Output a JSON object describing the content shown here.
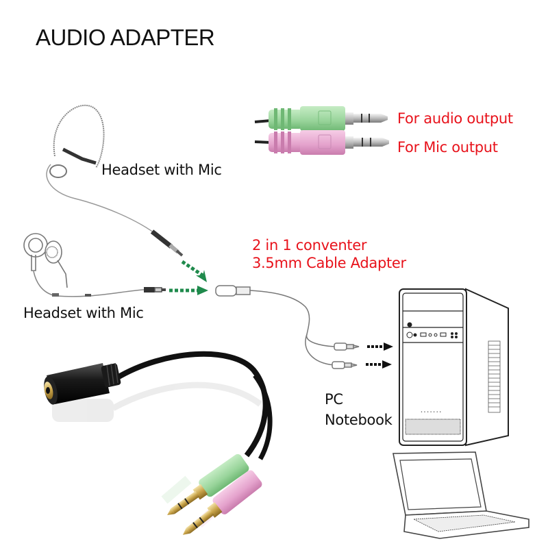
{
  "title": "AUDIO ADAPTER",
  "plug_legend": {
    "green_plug_label": "For audio output",
    "pink_plug_label": "For Mic output"
  },
  "converter": {
    "line1": "2 in 1 conventer",
    "line2": "3.5mm Cable Adapter"
  },
  "headsets": [
    {
      "label": "Headset with Mic",
      "type": "over-ear headset with boom mic"
    },
    {
      "label": "Headset with Mic",
      "type": "earbuds with inline mic"
    }
  ],
  "targets": {
    "line1": "PC",
    "line2": "Notebook"
  },
  "colors": {
    "label_red": "#e8121b",
    "arrow_green": "#1f8a4c",
    "plug_green": "#9fd8a0",
    "plug_pink": "#e6a6cf",
    "cable_black": "#1a1a1a",
    "gold": "#c9a44a"
  }
}
